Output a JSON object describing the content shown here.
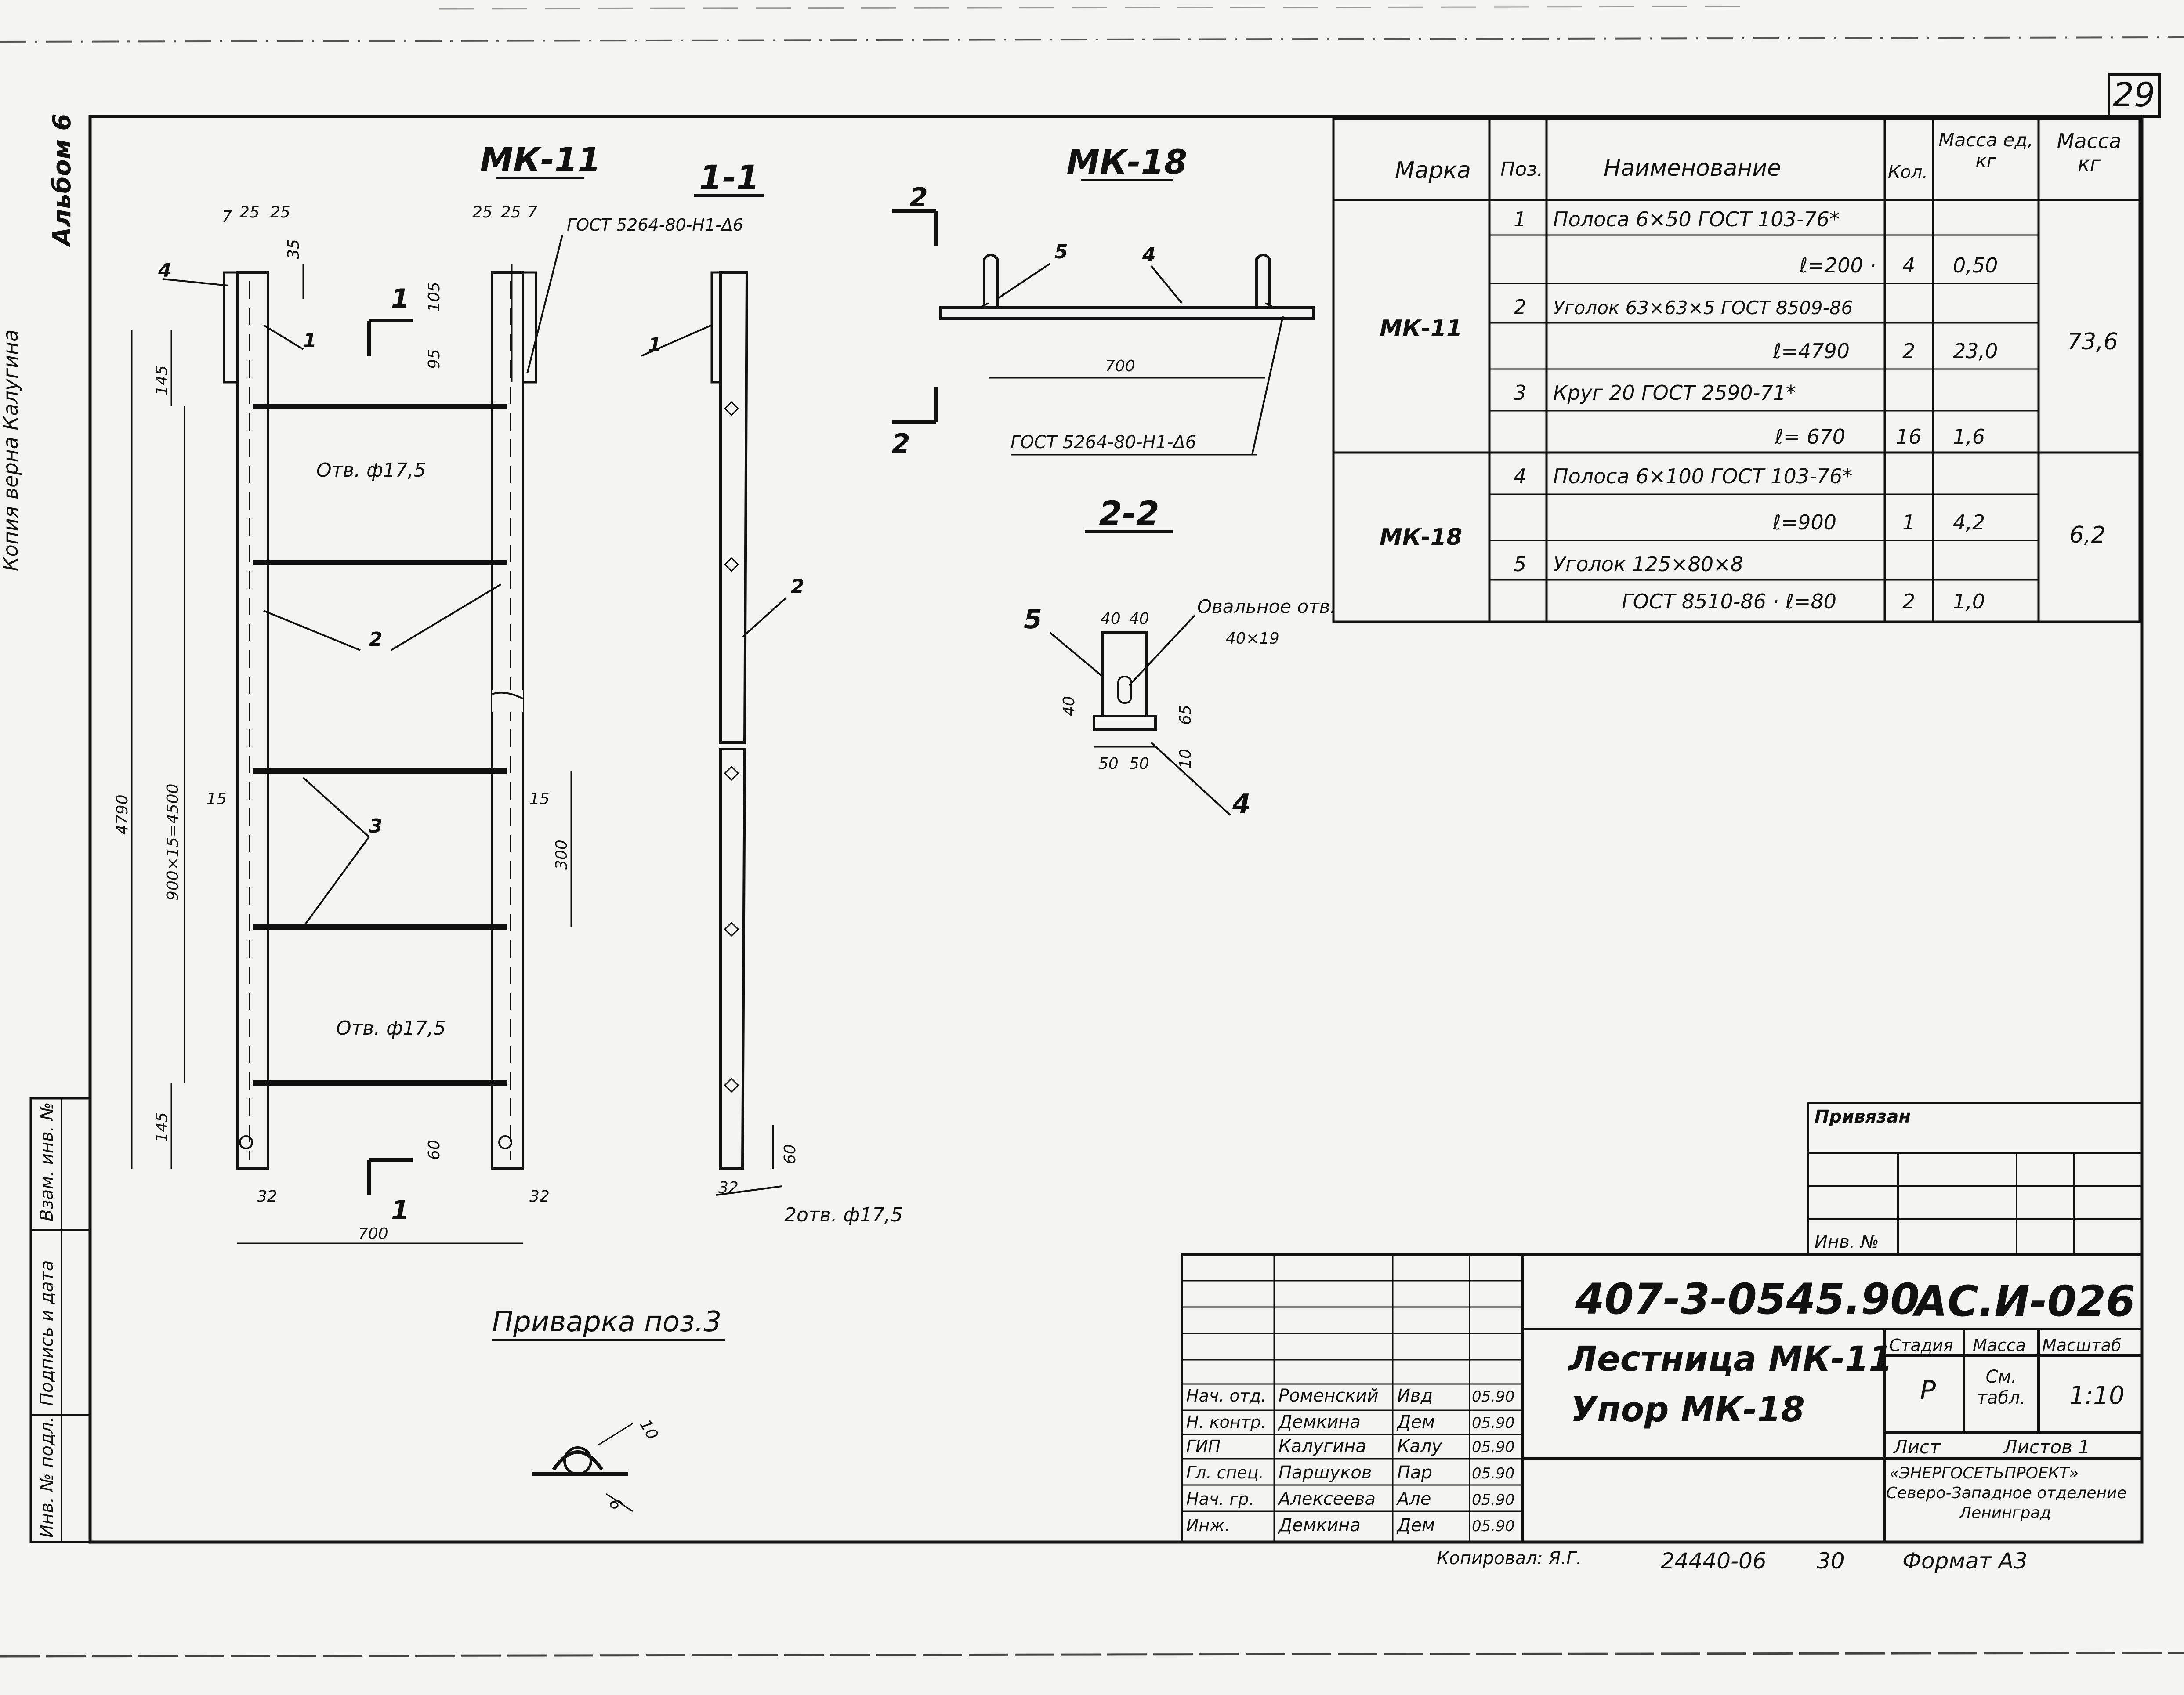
{
  "sheet": {
    "number": "29",
    "album": "Альбом 6",
    "side_note": "Копия верна Калугина",
    "copied_by": "Копировал: Я.Г.",
    "inventory": "24440-06",
    "page_sub": "30",
    "format": "Формат А3"
  },
  "drawings": {
    "mk11_title": "МК-11",
    "section11_title": "1-1",
    "mk18_title": "МК-18",
    "section22_title": "2-2",
    "weld_title": "Приварка поз.3",
    "section_mark_1": "1",
    "section_mark_2": "2",
    "gost_weld_top": "ГОСТ 5264-80-Н1-Δ6",
    "gost_weld_mk18": "ГОСТ 5264-80-Н1-Δ6",
    "hole_label_top": "Отв. ф17,5",
    "hole_label_bottom": "Отв. ф17,5",
    "two_holes": "2отв. ф17,5",
    "oval_hole": "Овальное отв.",
    "oval_size": "40×19",
    "dims": {
      "top_7": "7",
      "top_25a": "25",
      "top_25b": "25",
      "top_25c": "25",
      "top_25d": "25",
      "top_7b": "7",
      "d35": "35",
      "d105": "105",
      "d95": "95",
      "d145a": "145",
      "d4790": "4790",
      "d900x15": "900×15=4500",
      "d15a": "15",
      "d15b": "15",
      "d300": "300",
      "d145b": "145",
      "d60": "60",
      "d32a": "32",
      "d32b": "32",
      "d700a": "700",
      "d60b": "60",
      "d32c": "32",
      "d700b": "700",
      "d40a": "40",
      "d40b": "40",
      "d40c": "40",
      "d65": "65",
      "d10": "10",
      "d50a": "50",
      "d50b": "50",
      "w10": "10",
      "w6": "6"
    },
    "pos": {
      "p1a": "1",
      "p1b": "1",
      "p1c": "1",
      "p2a": "2",
      "p2b": "2",
      "p3": "3",
      "p4a": "4",
      "p5a": "5",
      "p5b": "5",
      "p4b": "4"
    }
  },
  "spec_table": {
    "headers": {
      "mark": "Марка",
      "pos": "Поз.",
      "name": "Наименование",
      "qty": "Кол.",
      "unit_mass": "Масса ед, кг",
      "mass": "Масса кг"
    },
    "groups": [
      {
        "mark": "МК-11",
        "total": "73,6"
      },
      {
        "mark": "МК-18",
        "total": "6,2"
      }
    ],
    "rows": [
      {
        "pos": "1",
        "name": "Полоса 6×50 ГОСТ 103-76*",
        "qty": "",
        "unit": ""
      },
      {
        "pos": "",
        "name": "ℓ=200 ·",
        "qty": "4",
        "unit": "0,50"
      },
      {
        "pos": "2",
        "name": "Уголок 63×63×5 ГОСТ 8509-86",
        "qty": "",
        "unit": ""
      },
      {
        "pos": "",
        "name": "ℓ=4790",
        "qty": "2",
        "unit": "23,0"
      },
      {
        "pos": "3",
        "name": "Круг 20 ГОСТ 2590-71*",
        "qty": "",
        "unit": ""
      },
      {
        "pos": "",
        "name": "ℓ= 670",
        "qty": "16",
        "unit": "1,6"
      },
      {
        "pos": "4",
        "name": "Полоса 6×100 ГОСТ 103-76*",
        "qty": "",
        "unit": ""
      },
      {
        "pos": "",
        "name": "ℓ=900",
        "qty": "1",
        "unit": "4,2"
      },
      {
        "pos": "5",
        "name": "Уголок 125×80×8",
        "qty": "",
        "unit": ""
      },
      {
        "pos": "",
        "name": "ГОСТ 8510-86 · ℓ=80",
        "qty": "2",
        "unit": "1,0"
      }
    ]
  },
  "binding_box": {
    "title": "Привязан",
    "inv": "Инв. №"
  },
  "left_strip": [
    "Взам. инв. №",
    "Подпись и дата",
    "Инв. № подл."
  ],
  "title_block": {
    "doc_code": "407-3-0545.90",
    "doc_sheet": "АС.И-026",
    "name_line1": "Лестница МК-11",
    "name_line2": "Упор МК-18",
    "stage_h": "Стадия",
    "mass_h": "Масса",
    "scale_h": "Масштаб",
    "stage": "Р",
    "mass": "См. табл.",
    "scale": "1:10",
    "sheet_h": "Лист",
    "sheets_h": "Листов 1",
    "org1": "«ЭНЕРГОСЕТЬПРОЕКТ»",
    "org2": "Северо-Западное отделение",
    "org3": "Ленинград",
    "signers": [
      {
        "role": "Нач. отд.",
        "name": "Роменский",
        "sign": "Ивд",
        "date": "05.90"
      },
      {
        "role": "Н. контр.",
        "name": "Демкина",
        "sign": "Дем",
        "date": "05.90"
      },
      {
        "role": "ГИП",
        "name": "Калугина",
        "sign": "Калу",
        "date": "05.90"
      },
      {
        "role": "Гл. спец.",
        "name": "Паршуков",
        "sign": "Пар",
        "date": "05.90"
      },
      {
        "role": "Нач. гр.",
        "name": "Алексеева",
        "sign": "Але",
        "date": "05.90"
      },
      {
        "role": "Инж.",
        "name": "Демкина",
        "sign": "Дем",
        "date": "05.90"
      }
    ]
  }
}
